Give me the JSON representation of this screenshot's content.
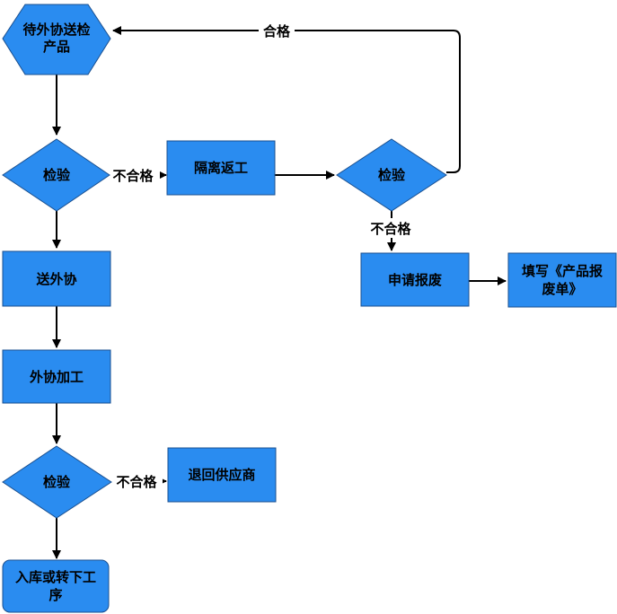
{
  "colors": {
    "node_fill": "#2a8cf0",
    "node_stroke": "#1a4f8f",
    "edge": "#000000",
    "background": "#ffffff"
  },
  "nodes": {
    "start": {
      "line1": "待外协送检",
      "line2": "产品"
    },
    "inspect_1": {
      "label": "检验"
    },
    "isolate_rework": {
      "label": "隔离返工"
    },
    "inspect_rework": {
      "label": "检验"
    },
    "apply_scrap": {
      "label": "申请报废"
    },
    "fill_form": {
      "line1": "填写《产品报",
      "line2": "废单》"
    },
    "send_outsource": {
      "label": "送外协"
    },
    "outsource_process": {
      "label": "外协加工"
    },
    "inspect_2": {
      "label": "检验"
    },
    "return_supplier": {
      "label": "退回供应商"
    },
    "storage": {
      "line1": "入库或转下工",
      "line2": "序"
    }
  },
  "edges": {
    "pass": "合格",
    "fail_1": "不合格",
    "fail_rework": "不合格",
    "fail_2": "不合格"
  }
}
